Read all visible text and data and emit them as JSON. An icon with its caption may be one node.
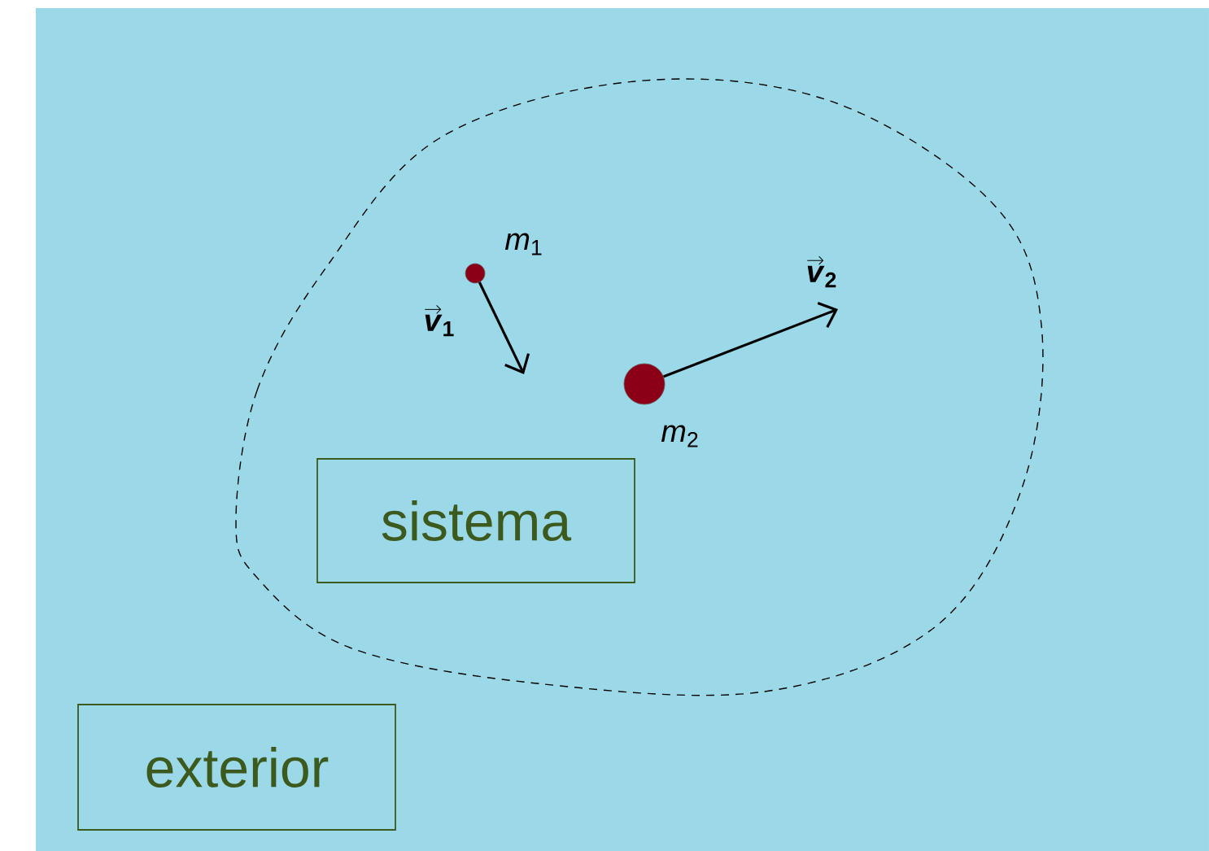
{
  "diagram": {
    "nodes": [
      {
        "text": [
          "sistema"
        ]
      },
      {
        "text": [
          "exterior"
        ]
      }
    ],
    "labels": [
      "*m*$_{1}$",
      "*v*$_{1}$",
      "*v*$_{2}$",
      "*m*$_{2}$"
    ]
  }
}
